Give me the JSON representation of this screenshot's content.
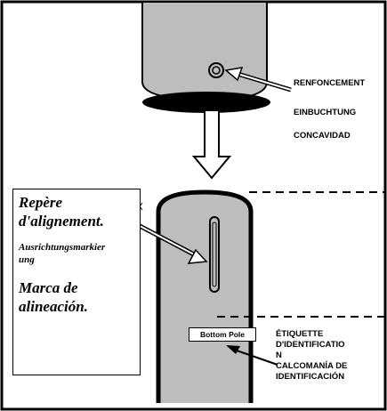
{
  "labels": {
    "recess_fr": "RENFONCEMENT",
    "recess_de": "EINBUCHTUNG",
    "recess_es": "CONCAVIDAD",
    "decal_fr_1": "ÉTIQUETTE",
    "decal_fr_2": "D'IDENTIFICATIO",
    "decal_fr_3": "N",
    "decal_es_1": "CALCOMANÍA DE",
    "decal_es_2": "IDENTIFICACIÓN"
  },
  "callout": {
    "mark_fr_1": "Repère",
    "mark_fr_2": "d'alignement.",
    "mark_de_1": "Ausrichtungsmarkier",
    "mark_de_2": "ung",
    "mark_es_1": "Marca de",
    "mark_es_2": "alineación."
  },
  "decal_text": "Bottom Pole",
  "colors": {
    "pole_fill": "#bdbdbd",
    "outline": "#000000",
    "background": "#ffffff"
  }
}
